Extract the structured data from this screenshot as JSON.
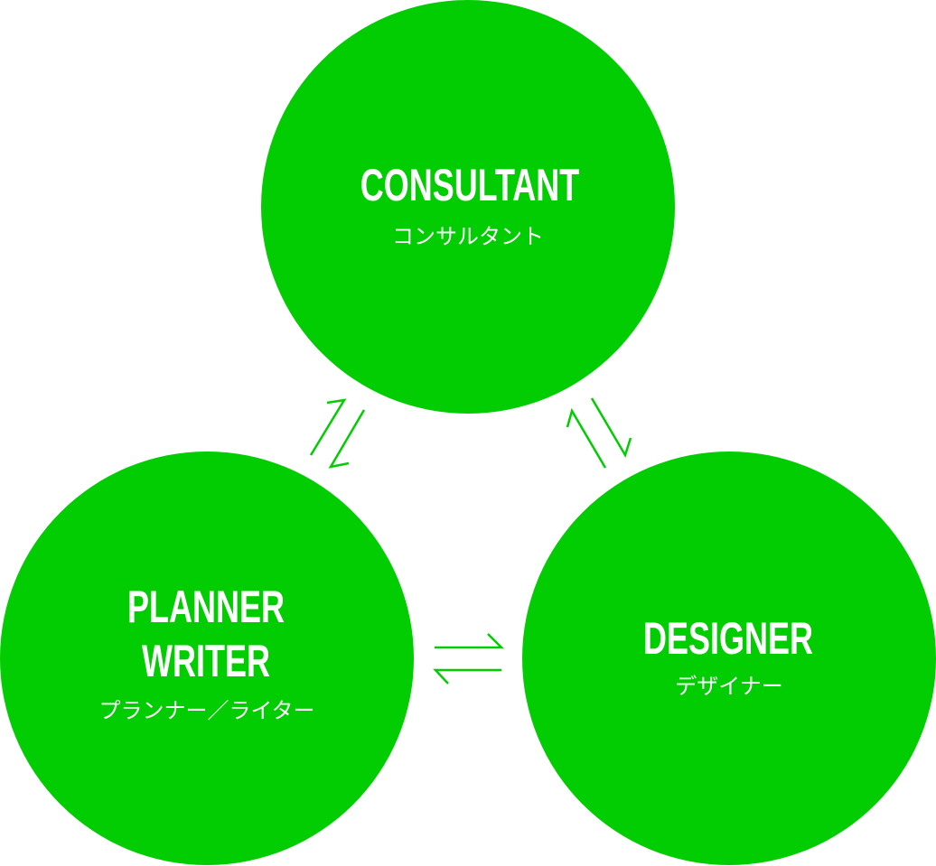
{
  "colors": {
    "circle": "#02cc02",
    "text": "#ffffff"
  },
  "nodes": {
    "consultant": {
      "title": "CONSULTANT",
      "subtitle": "コンサルタント"
    },
    "planner": {
      "title_line1": "PLANNER",
      "title_line2": "WRITER",
      "subtitle": "プランナー／ライター"
    },
    "designer": {
      "title": "DESIGNER",
      "subtitle": "デザイナー"
    }
  }
}
